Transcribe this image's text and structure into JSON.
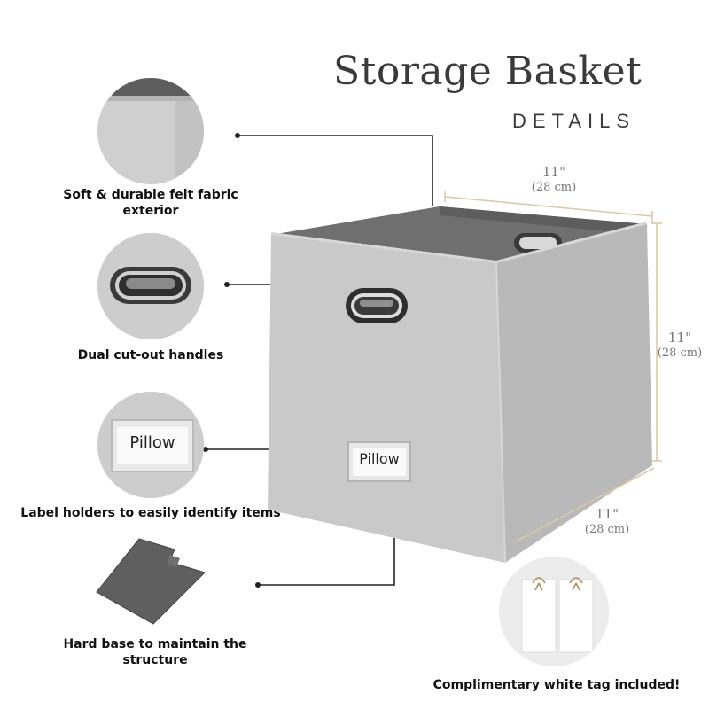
{
  "header": {
    "title": "Storage Basket",
    "subtitle": "DETAILS"
  },
  "features": [
    {
      "label": "Soft & durable felt fabric exterior",
      "icon": "felt-corner-image"
    },
    {
      "label": "Dual cut-out handles",
      "icon": "handle-image"
    },
    {
      "label": "Label holders to easily identify items",
      "icon": "label-holder-image",
      "tag_text": "Pillow"
    },
    {
      "label": "Hard base to maintain the structure",
      "icon": "hard-base-image"
    }
  ],
  "basket": {
    "label_text": "Pillow"
  },
  "dimensions": {
    "width": {
      "inches": "11\"",
      "cm": "(28 cm)"
    },
    "height": {
      "inches": "11\"",
      "cm": "(28 cm)"
    },
    "depth": {
      "inches": "11\"",
      "cm": "(28 cm)"
    }
  },
  "tag_callout": {
    "label": "Complimentary white tag included!"
  },
  "colors": {
    "felt": "#c9c9c9",
    "felt_dark": "#9e9e9e",
    "interior": "#6f6f6f",
    "dimension_line": "#d9c9a8",
    "text": "#111111"
  }
}
